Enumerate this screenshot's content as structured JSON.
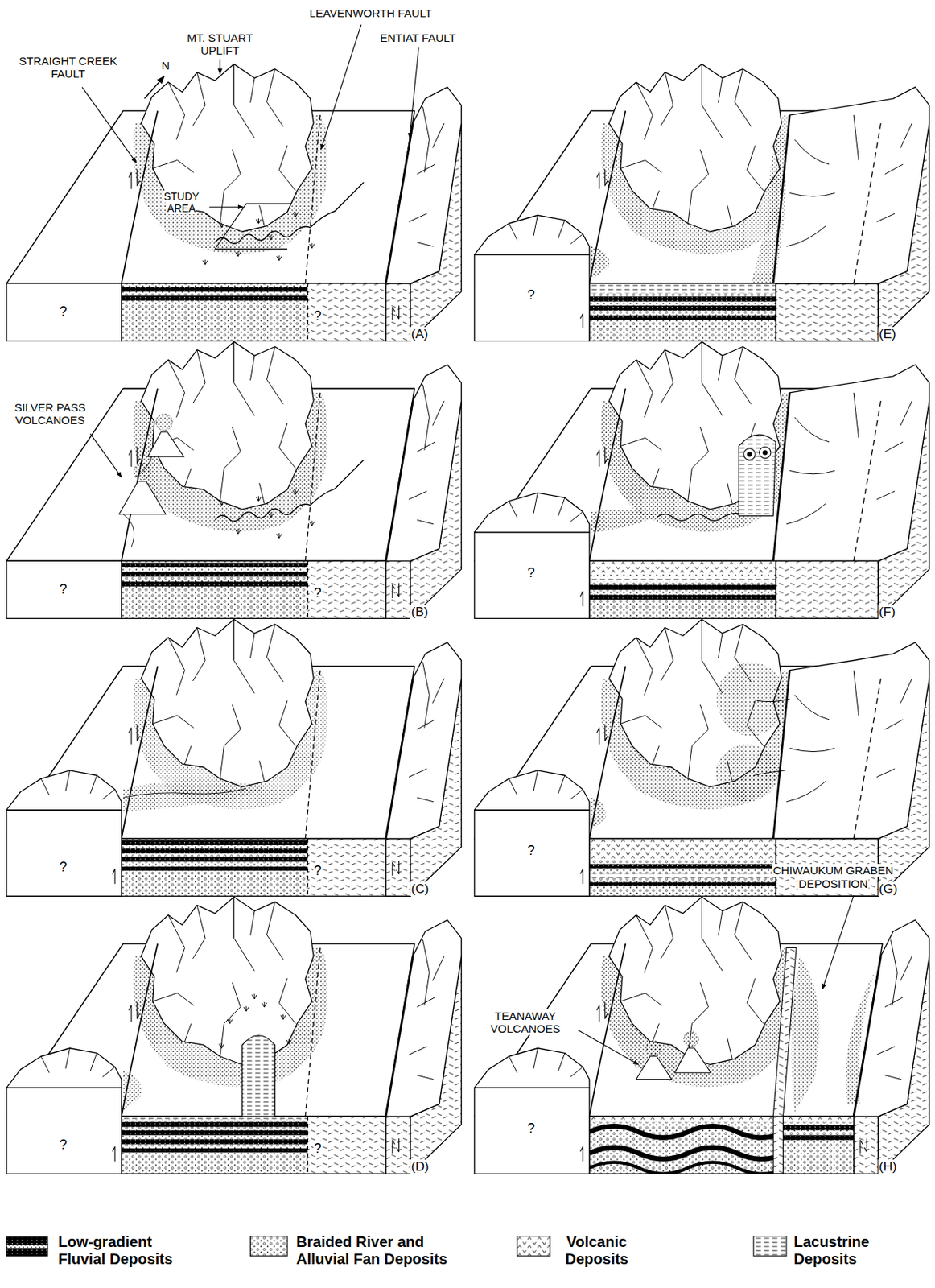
{
  "diagram": {
    "labels": [
      "LEAVENWORTH FAULT",
      "MT. STUART UPLIFT",
      "ENTIAT FAULT",
      "STRAIGHT CREEK FAULT",
      "N",
      "STUDY AREA",
      "?",
      "?",
      "(A)",
      "SILVER PASS VOLCANOES",
      "?",
      "?",
      "(B)",
      "?",
      "?",
      "(C)",
      "?",
      "?",
      "(D)",
      "?",
      "(E)",
      "?",
      "(F)",
      "?",
      "(G)",
      "CHIWAUKUM GRABEN DEPOSITION",
      "TEANAWAY VOLCANOES",
      "?",
      "(H)"
    ],
    "legend": [
      {
        "text": "Low-gradient Fluvial Deposits"
      },
      {
        "text": "Braided River and Alluvial Fan Deposits"
      },
      {
        "text": "Volcanic Deposits"
      },
      {
        "text": "Lacustrine Deposits"
      }
    ]
  }
}
